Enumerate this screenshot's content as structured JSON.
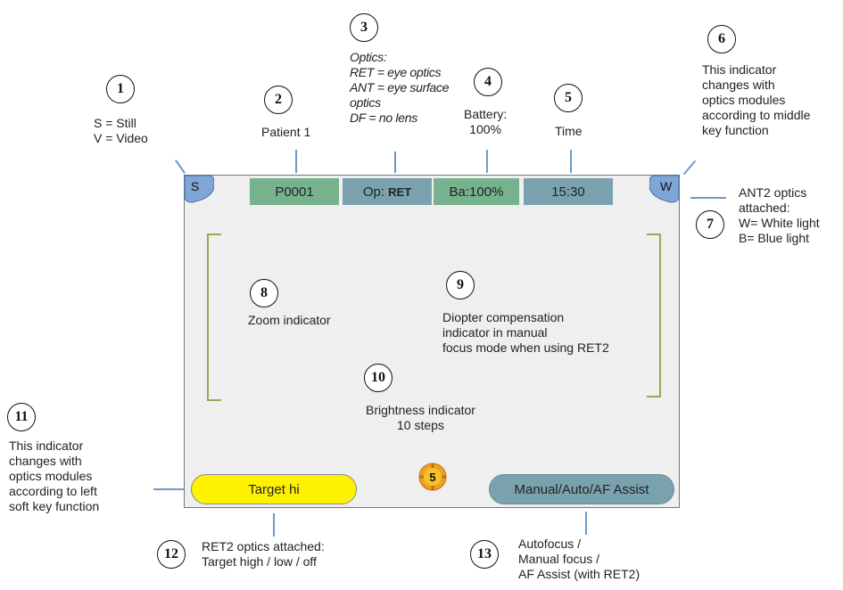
{
  "screen": {
    "mode_badge": "S",
    "patient_box": "P0001",
    "optics_prefix": "Op: ",
    "optics_value": "RET",
    "battery_box": "Ba:100%",
    "time_box": "15:30",
    "light_badge": "W",
    "target_button": "Target hi",
    "focus_button": "Manual/Auto/AF Assist",
    "brightness_value": "5"
  },
  "callouts": [
    {
      "number": "1",
      "lines": [
        "S = Still",
        "V = Video"
      ]
    },
    {
      "number": "2",
      "lines": [
        "Patient 1"
      ]
    },
    {
      "number": "3",
      "lines": [
        "Optics:",
        "RET = eye optics",
        "ANT = eye surface",
        "optics",
        "DF = no lens"
      ]
    },
    {
      "number": "4",
      "lines": [
        "Battery:",
        "100%"
      ]
    },
    {
      "number": "5",
      "lines": [
        "Time"
      ]
    },
    {
      "number": "6",
      "lines": [
        "This indicator",
        "changes with",
        "optics modules",
        "according to middle",
        "key function"
      ]
    },
    {
      "number": "7",
      "lines": [
        "ANT2 optics",
        "attached:",
        "W= White light",
        "B= Blue light"
      ]
    },
    {
      "number": "8",
      "lines": [
        "Zoom indicator"
      ]
    },
    {
      "number": "9",
      "lines": [
        "Diopter compensation",
        "indicator in manual",
        "focus mode when using RET2"
      ]
    },
    {
      "number": "10",
      "lines": [
        "Brightness indicator",
        "10 steps"
      ]
    },
    {
      "number": "11",
      "lines": [
        "This indicator",
        "changes with",
        "optics modules",
        "according to left",
        "soft key function"
      ]
    },
    {
      "number": "12",
      "lines": [
        "RET2 optics attached:",
        "Target high / low / off"
      ]
    },
    {
      "number": "13",
      "lines": [
        "Autofocus /",
        "Manual focus /",
        "AF Assist (with RET2)"
      ]
    }
  ],
  "colors": {
    "green_box": "#76b28d",
    "blue_box": "#7aa2ae",
    "badge_blue": "#7fa6d6",
    "yellow": "#fff200",
    "bracket": "#94aa5a",
    "line": "#6b9bc9"
  }
}
